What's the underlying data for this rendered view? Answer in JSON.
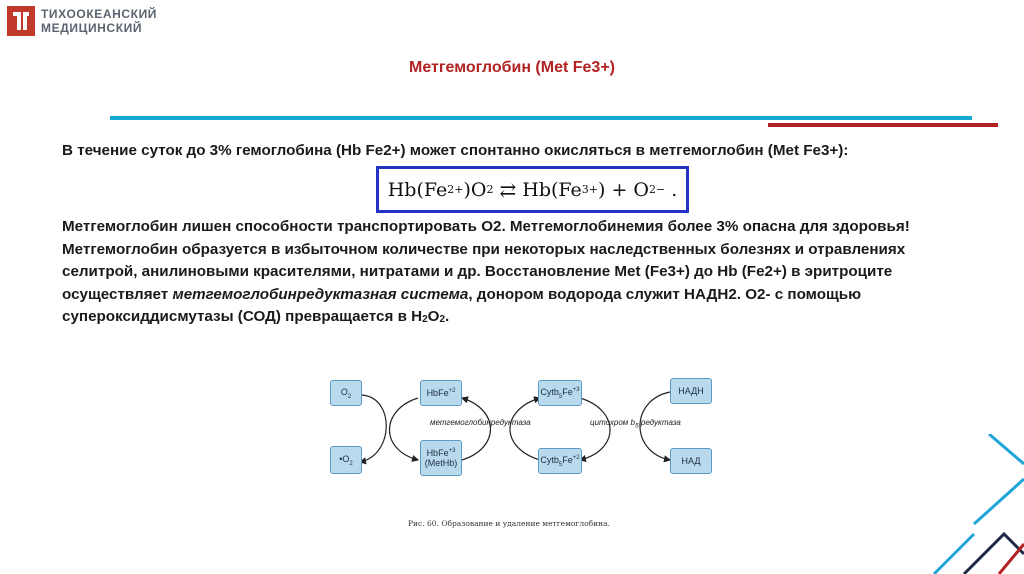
{
  "logo": {
    "line1": "ТИХООКЕАНСКИЙ",
    "line2": "МЕДИЦИНСКИЙ",
    "colors": {
      "red": "#c0392b",
      "grey": "#5a6470"
    }
  },
  "title": "Метгемоглобин  (Met Fe3+)",
  "para1": "В течение суток до 3% гемоглобина  (Hb Fe2+) может спонтанно окисляться в метгемоглобин (Met Fe3+):",
  "formula": {
    "left": "Hb(Fe",
    "left_sup": "2+",
    "left_close": ")O",
    "left_sub": "2",
    "arrow": "⇄",
    "right": "Hb(Fe",
    "right_sup": "3+",
    "right_close": ") + O",
    "right_sub": "2",
    "right_sup2": "−",
    "dot": "."
  },
  "para2": {
    "t1": "Метгемоглобин лишен способности транспортировать О2. Метгемоглобинемия  более 3% опасна для здоровья! Метгемоглобин образуется в избыточном количестве при некоторых наследственных болезнях и отравлениях селитрой, анилиновыми красителями, нитратами и др. Восстановление Met (Fe3+) до Hb (Fe2+) в эритроците осуществляет  ",
    "italic": "метгемоглобинредуктазная система",
    "t2": ", донором водорода служит НАДН2. О2- с помощью супероксиддисмутазы (СОД)  превращается в Н",
    "sub1": "2",
    "t3": "О",
    "sub2": "2",
    "t4": "."
  },
  "diagram": {
    "o2": "O",
    "o2_sub": "2",
    "o2rad": "•O",
    "o2rad_sub": "2",
    "hbfe2": "HbFe",
    "hbfe2_sup": "+2",
    "hbfe3": "HbFe",
    "hbfe3_sup": "+3",
    "hbfe3_sub": "(MetHb)",
    "cytb5_top": "Cytb",
    "cytb5_top_sub": "5",
    "cytb5_top_fe": "Fe",
    "cytb5_top_sup": "+3",
    "cytb5_bot": "Cytb",
    "cytb5_bot_sub": "5",
    "cytb5_bot_fe": "Fe",
    "cytb5_bot_sup": "+2",
    "nadh": "НАДН",
    "nad": "НАД",
    "label_left": "метгемоглобинредуктаза",
    "label_right": "цитохром b",
    "label_right_sub": "5",
    "label_right_end": " редуктаза",
    "caption": "Рис. 60. Образование и удаление метгемоглобина."
  },
  "colors": {
    "title": "#b22222",
    "blue_line": "#17a9d6",
    "red_line": "#b22222",
    "formula_border": "#2433c4",
    "node_fill": "#b9d9ec",
    "decor_blue": "#1fa5d8",
    "decor_navy": "#1e2a44"
  }
}
